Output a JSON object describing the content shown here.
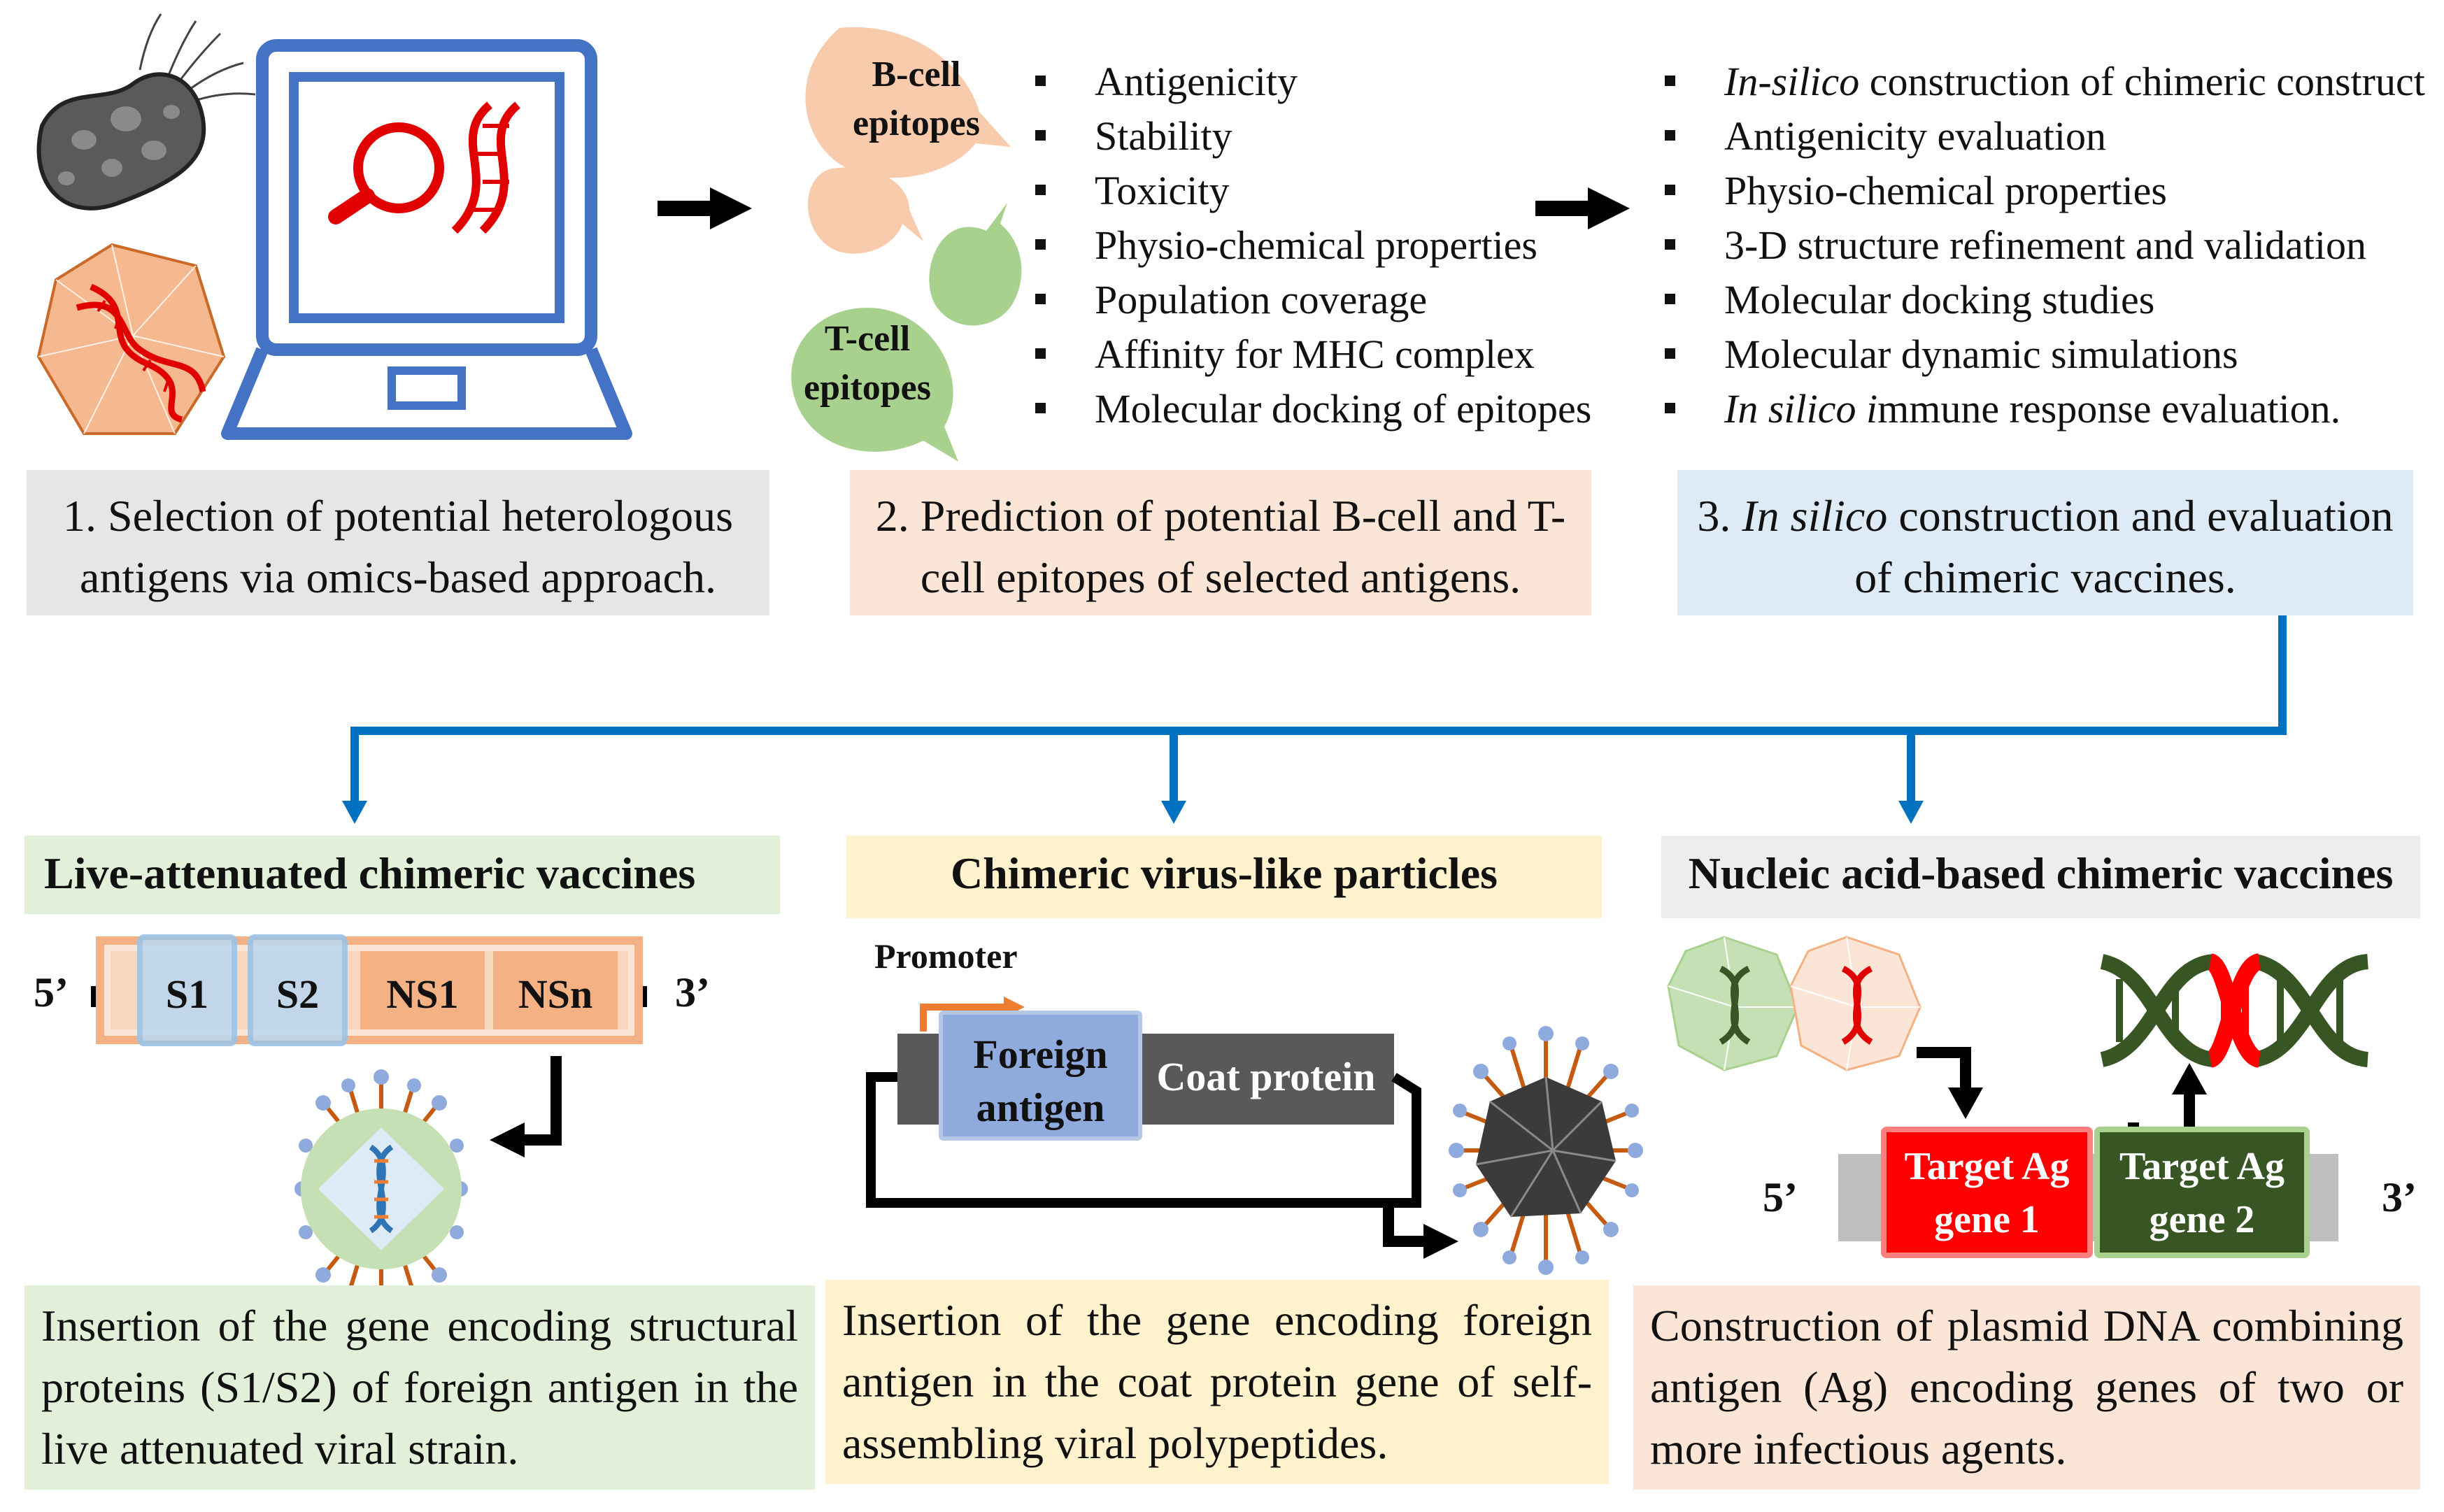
{
  "top_steps": {
    "step1": {
      "caption": "1. Selection of potential heterologous antigens via omics-based approach.",
      "bg_color": "#e7e6e6"
    },
    "step2": {
      "bcell_label": "B-cell epitopes",
      "tcell_label": "T-cell epitopes",
      "criteria": [
        "Antigenicity",
        "Stability",
        "Toxicity",
        "Physio-chemical  properties",
        "Population coverage",
        "Affinity for MHC complex",
        "Molecular docking of epitopes"
      ],
      "caption": "2. Prediction of potential B-cell and T-cell epitopes of selected antigens.",
      "bg_color": "#fbe5d6"
    },
    "step3": {
      "criteria": [
        {
          "italic": "In-silico",
          "rest": " construction of chimeric construct"
        },
        {
          "italic": "",
          "rest": "Antigenicity  evaluation"
        },
        {
          "italic": "",
          "rest": "Physio-chemical  properties"
        },
        {
          "italic": "",
          "rest": "3-D structure refinement  and validation"
        },
        {
          "italic": "",
          "rest": "Molecular docking studies"
        },
        {
          "italic": "",
          "rest": "Molecular dynamic  simulations"
        },
        {
          "italic": "In silico i",
          "rest": "mmune response  evaluation."
        }
      ],
      "caption_prefix": "3. ",
      "caption_italic": "In silico",
      "caption_rest": " construction and evaluation of chimeric vaccines.",
      "bg_color": "#deebf7"
    }
  },
  "vaccines": {
    "live_attenuated": {
      "title": "Live-attenuated chimeric vaccines",
      "five_prime": "5’",
      "three_prime": "3’",
      "segments": [
        "S1",
        "S2",
        "NS1",
        "NSn"
      ],
      "description": "Insertion of the gene encoding structural proteins (S1/S2) of foreign antigen in the live attenuated viral strain.",
      "bg_color": "#e2efd9"
    },
    "vlp": {
      "title": "Chimeric virus-like particles",
      "promoter_label": "Promoter",
      "foreign_antigen": "Foreign antigen",
      "coat_protein": "Coat protein",
      "description": "Insertion of the gene encoding foreign antigen in the coat protein gene of self-assembling viral polypeptides.",
      "bg_color": "#fff2cc"
    },
    "nucleic_acid": {
      "title": "Nucleic acid-based chimeric vaccines",
      "five_prime": "5’",
      "three_prime": "3’",
      "gene1": "Target Ag gene 1",
      "gene2": "Target Ag gene 2",
      "description": "Construction of plasmid DNA combining antigen (Ag) encoding genes of two or more infectious agents.",
      "bg_color": "#fbe5d6",
      "title_bg_color": "#ededed"
    }
  },
  "colors": {
    "connector_blue": "#0070c0",
    "dna_red": "#e00000",
    "laptop_blue": "#4472c4",
    "gene1_red": "#ff0000",
    "gene2_green": "#375623"
  }
}
